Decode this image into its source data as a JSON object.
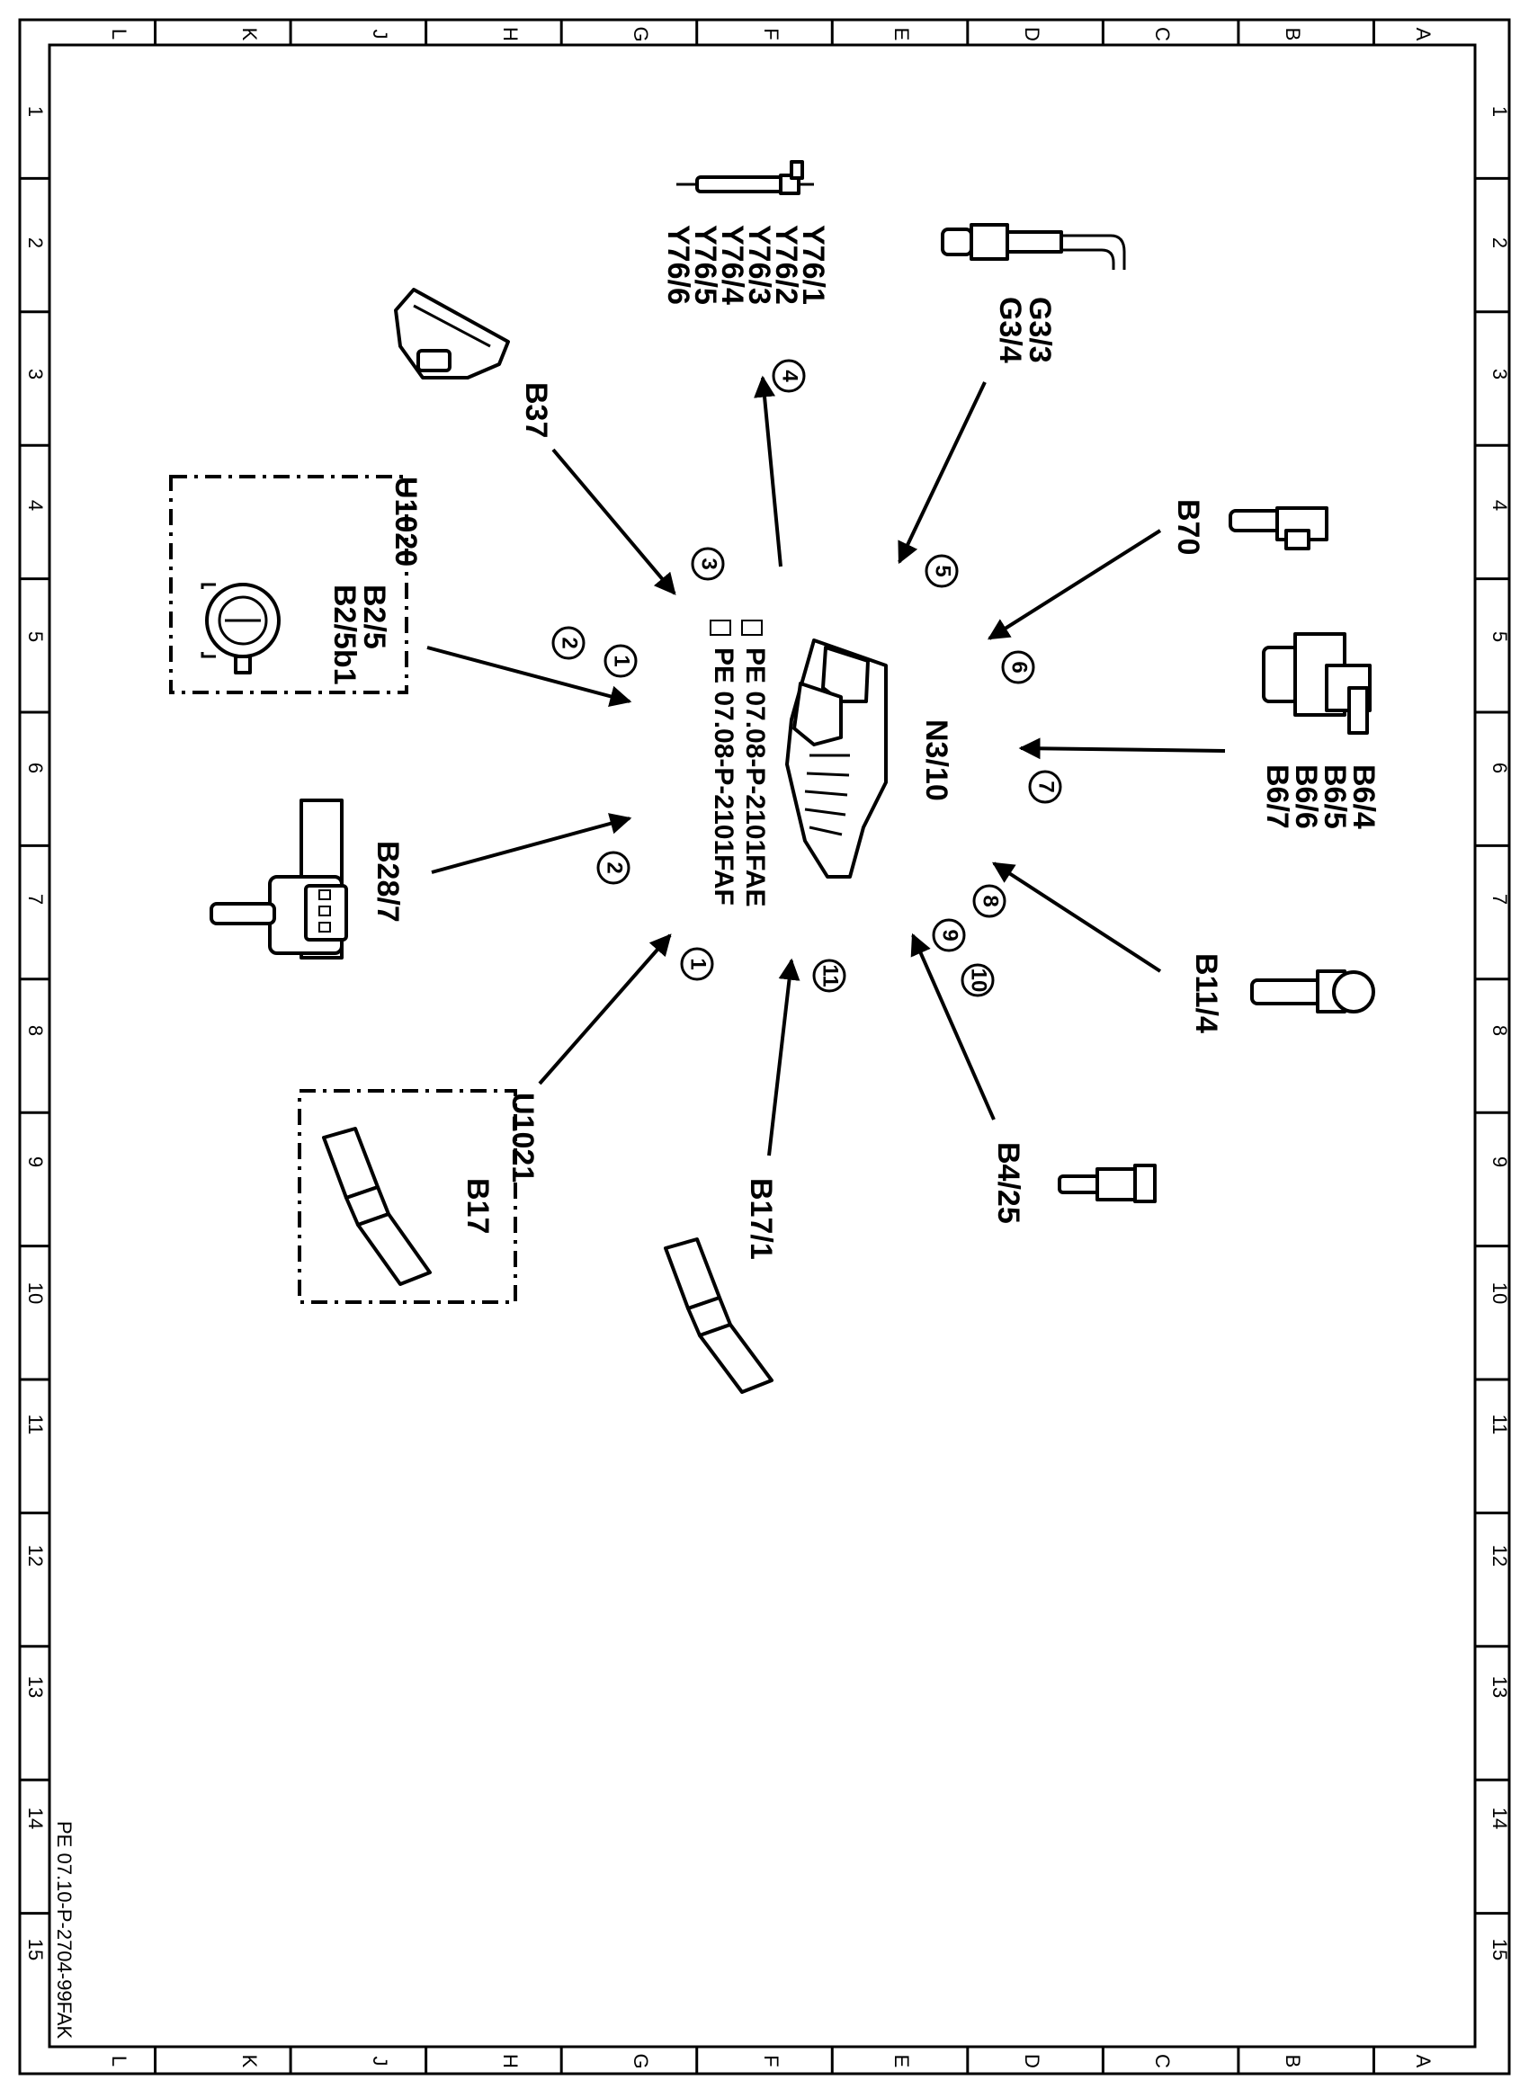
{
  "sheet": {
    "column_letters": [
      "L",
      "K",
      "J",
      "H",
      "G",
      "F",
      "E",
      "D",
      "C",
      "B",
      "A"
    ],
    "row_numbers": [
      "1",
      "2",
      "3",
      "4",
      "5",
      "6",
      "7",
      "8",
      "9",
      "10",
      "11",
      "12",
      "13",
      "14",
      "15"
    ],
    "document_code": "PE 07.10-P-2704-99FAK"
  },
  "control_unit": {
    "label": "N3/10",
    "references": [
      "PE 07.08-P-2101FAE",
      "PE 07.08-P-2101FAF"
    ]
  },
  "components": [
    {
      "id": "y76",
      "labels": [
        "Y76/1",
        "Y76/2",
        "Y76/3",
        "Y76/4",
        "Y76/5",
        "Y76/6"
      ],
      "icon": "fuel-injector-icon",
      "number": "4"
    },
    {
      "id": "g3",
      "labels": [
        "G3/3",
        "G3/4"
      ],
      "icon": "oxygen-sensor-icon",
      "number": "5"
    },
    {
      "id": "b37",
      "labels": [
        "B37"
      ],
      "icon": "pedal-sensor-icon",
      "number": "3"
    },
    {
      "id": "b70",
      "labels": [
        "B70"
      ],
      "icon": "crankshaft-sensor-icon",
      "number": "6"
    },
    {
      "id": "u1020",
      "labels": [
        "U1020",
        "B2/5",
        "B2/5b1"
      ],
      "icon": "air-mass-sensor-icon",
      "numbers": [
        "2",
        "1"
      ]
    },
    {
      "id": "b6",
      "labels": [
        "B6/4",
        "B6/5",
        "B6/6",
        "B6/7"
      ],
      "icon": "camshaft-sensor-icon",
      "number": "7"
    },
    {
      "id": "b28",
      "labels": [
        "B28/7"
      ],
      "icon": "pressure-sensor-icon",
      "number": "2"
    },
    {
      "id": "b11",
      "labels": [
        "B11/4"
      ],
      "icon": "coolant-temp-sensor-icon",
      "numbers": [
        "8",
        "9",
        "10"
      ]
    },
    {
      "id": "u1021",
      "labels": [
        "U1021",
        "B17"
      ],
      "icon": "intake-temp-sensor-icon",
      "number": "1"
    },
    {
      "id": "b17_1",
      "labels": [
        "B17/1"
      ],
      "icon": "charge-air-temp-sensor-icon",
      "number": "11"
    },
    {
      "id": "b4",
      "labels": [
        "B4/25"
      ],
      "icon": "fuel-pressure-sensor-icon"
    }
  ]
}
